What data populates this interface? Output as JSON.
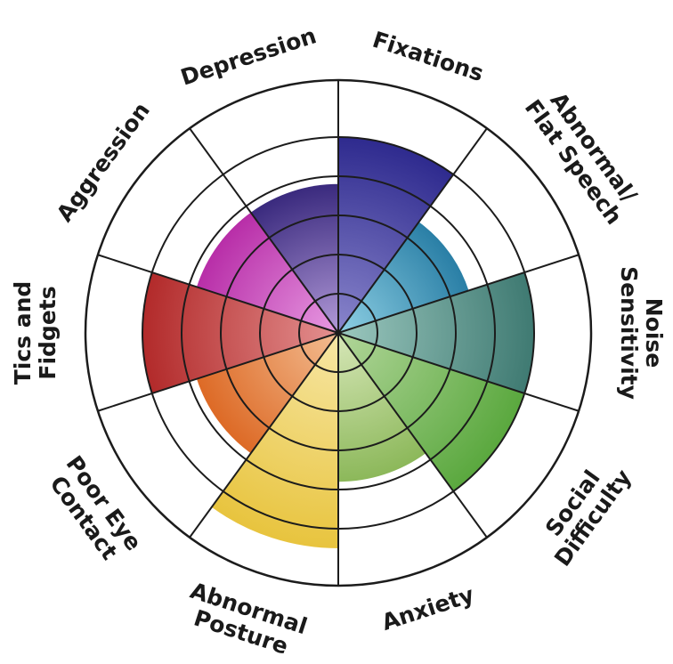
{
  "chart_data": {
    "type": "polar-area",
    "title": "",
    "rings": 5,
    "max": 5,
    "grid": true,
    "categories": [
      {
        "lines": [
          "Fixations"
        ],
        "value": 5,
        "color": "#2e2a8e",
        "inner_color": "#8a86cc"
      },
      {
        "lines": [
          "Abnormal/",
          "Flat Speech"
        ],
        "value": 3.5,
        "color": "#2a7fa6",
        "inner_color": "#8fd0e4"
      },
      {
        "lines": [
          "Noise",
          "Sensitivity"
        ],
        "value": 5,
        "color": "#3f7a72",
        "inner_color": "#9cc8bf"
      },
      {
        "lines": [
          "Social",
          "Difficulty"
        ],
        "value": 5,
        "color": "#5aa83e",
        "inner_color": "#b2d69a"
      },
      {
        "lines": [
          "Anxiety"
        ],
        "value": 3.8,
        "color": "#8cb85a",
        "inner_color": "#d7e7b8"
      },
      {
        "lines": [
          "Abnormal",
          "Posture"
        ],
        "value": 5.5,
        "color": "#e8c43e",
        "inner_color": "#f7e7a6"
      },
      {
        "lines": [
          "Poor Eye",
          "Contact"
        ],
        "value": 3.8,
        "color": "#dd6a26",
        "inner_color": "#f3bd92"
      },
      {
        "lines": [
          "Tics and",
          "Fidgets"
        ],
        "value": 5,
        "color": "#b22a2a",
        "inner_color": "#e49191"
      },
      {
        "lines": [
          "Aggression"
        ],
        "value": 3.8,
        "color": "#b82ea8",
        "inner_color": "#e79ae2"
      },
      {
        "lines": [
          "Depression"
        ],
        "value": 3.8,
        "color": "#3a2a7e",
        "inner_color": "#b29ad8"
      }
    ]
  }
}
